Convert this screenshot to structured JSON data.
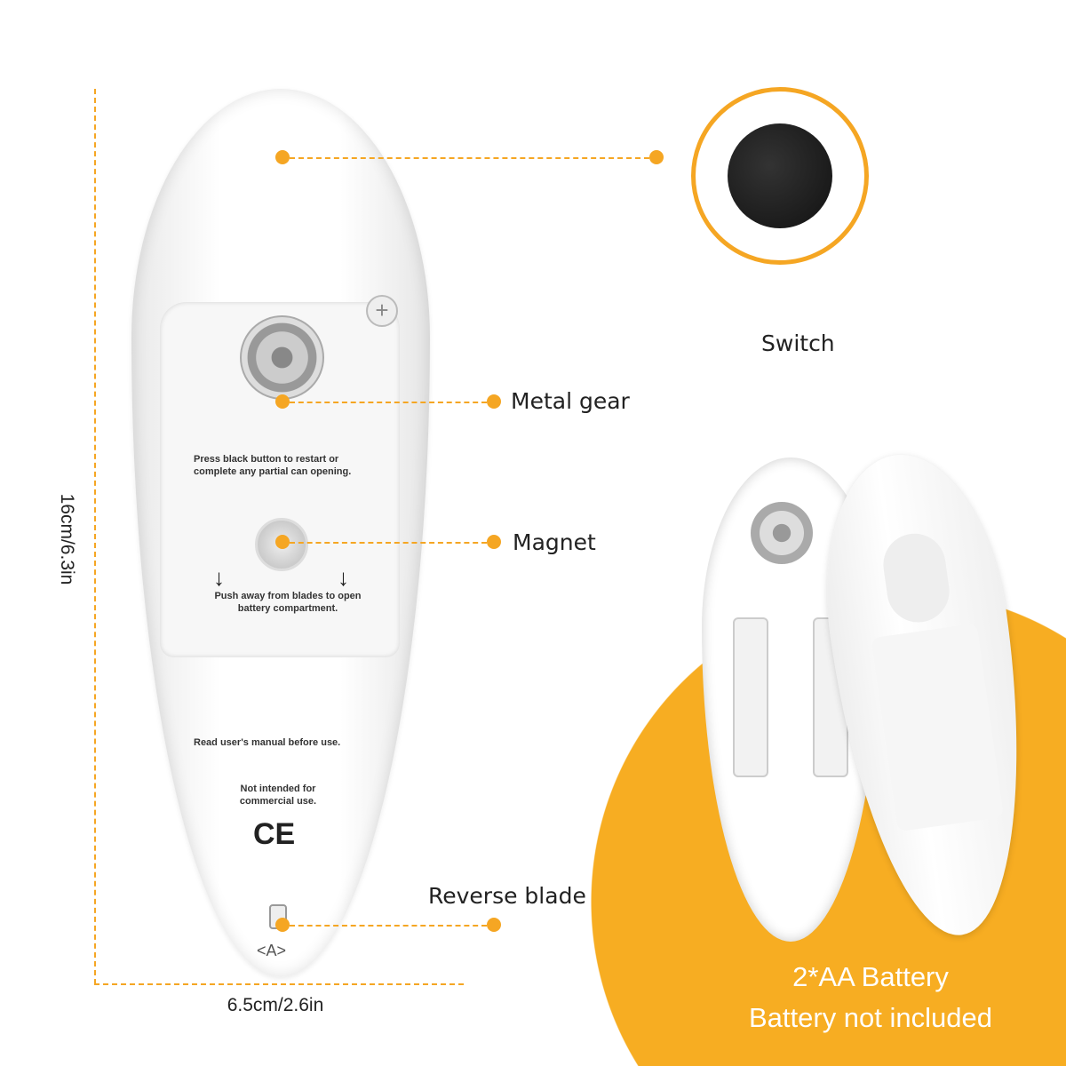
{
  "dimensions": {
    "height": "16cm/6.3in",
    "width": "6.5cm/2.6in"
  },
  "callouts": {
    "switch": "Switch",
    "metal_gear": "Metal gear",
    "magnet": "Magnet",
    "reverse_blade": "Reverse blade"
  },
  "device_text": {
    "restart": "Press black button to restart or complete any partial can opening.",
    "push": "Push away from blades to open battery compartment.",
    "manual": "Read user's manual before use.",
    "commercial": "Not intended for commercial use.",
    "ce": "CE"
  },
  "battery": {
    "line1": "2*AA Battery",
    "line2": "Battery not included"
  },
  "colors": {
    "accent": "#f5a623"
  }
}
